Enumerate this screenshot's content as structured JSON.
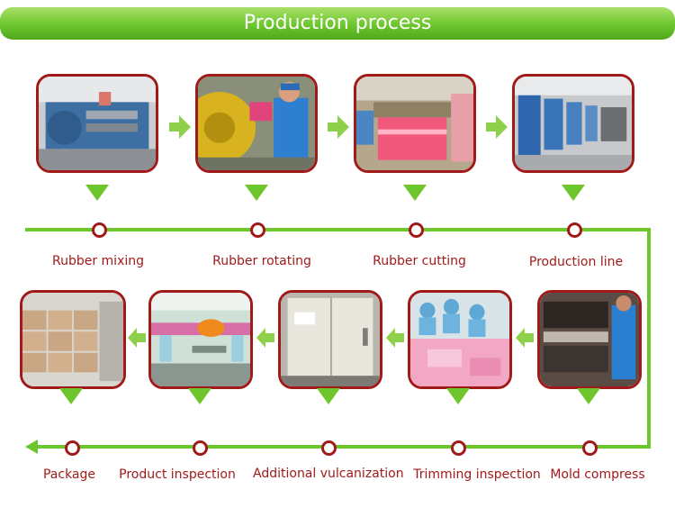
{
  "title": "Production process",
  "row1": [
    {
      "label": "Rubber mixing"
    },
    {
      "label": "Rubber rotating"
    },
    {
      "label": "Rubber cutting"
    },
    {
      "label": "Production line"
    }
  ],
  "row2": [
    {
      "label": "Package"
    },
    {
      "label": "Product inspection"
    },
    {
      "label": "Additional vulcanization"
    },
    {
      "label": "Trimming inspection"
    },
    {
      "label": "Mold compress"
    }
  ],
  "colors": {
    "accent": "#6cc62c",
    "frame": "#a11a1a",
    "text": "#a11a1a"
  }
}
